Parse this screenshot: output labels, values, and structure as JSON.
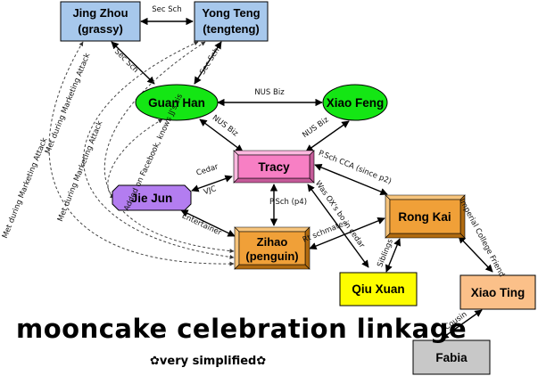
{
  "nodes": {
    "jing_zhou": {
      "line1": "Jing Zhou",
      "line2": "(grassy)"
    },
    "yong_teng": {
      "line1": "Yong Teng",
      "line2": "(tengteng)"
    },
    "guan_han": {
      "label": "Guan Han"
    },
    "xiao_feng": {
      "label": "Xiao Feng"
    },
    "tracy": {
      "label": "Tracy"
    },
    "jie_jun": {
      "label": "Jie Jun"
    },
    "zihao": {
      "line1": "Zihao",
      "line2": "(penguin)"
    },
    "rong_kai": {
      "label": "Rong Kai"
    },
    "qiu_xuan": {
      "label": "Qiu Xuan"
    },
    "xiao_ting": {
      "label": "Xiao Ting"
    },
    "fabia": {
      "label": "Fabia"
    }
  },
  "edges": {
    "sec_sch_top": "Sec Sch",
    "sec_sch_left": "Sec Sch",
    "sec_sch_right": "Sec Sch",
    "nus_biz_top": "NUS Biz",
    "nus_biz_left": "NUS Biz",
    "nus_biz_right": "NUS Biz",
    "cedar": "Cedar",
    "vjc": "VJC",
    "psch_p4": "P.Sch (p4)",
    "entertainer": "Entertainer",
    "psch_cca": "P.Sch CCA (since p2)",
    "rt_schmates": "Rt schmates",
    "was_gfs": "Was OX's bo in cedar",
    "siblings": "Siblings",
    "imperial": "Imperial College Friend",
    "cousin": "Cousin",
    "added_fb": "Added on Facebook, knows JJ's sis",
    "met_marketing_1": "Met during Marketing Attack",
    "met_marketing_2": "Met during Marketing Attack",
    "met_marketing_3": "Met during Marketing Attack"
  },
  "title": "mooncake celebration linkage",
  "subtitle": "very simplified",
  "colors": {
    "blue_box": "#a7c8ec",
    "green_node": "#14e614",
    "pink_box": "#f77fc4",
    "purple_node": "#b37df0",
    "orange_box": "#f0a038",
    "yellow_box": "#fdfd00",
    "peach_box": "#fbc089",
    "gray_box": "#c8c8c8"
  }
}
